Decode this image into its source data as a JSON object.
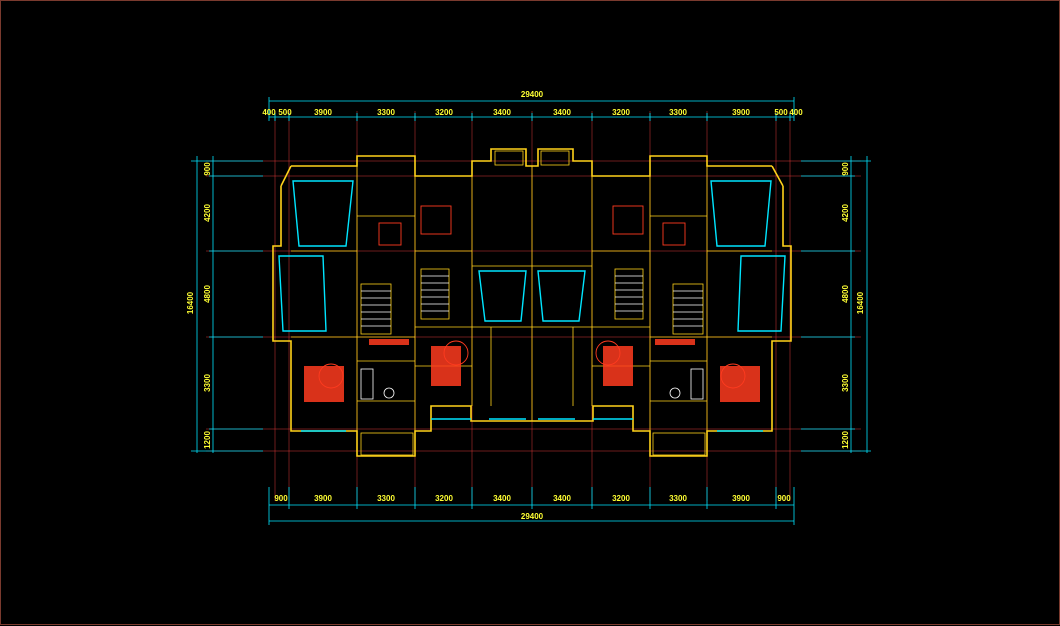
{
  "drawing": {
    "top_total": "29400",
    "bottom_total": "29400",
    "top_dims": [
      "400",
      "500",
      "3900",
      "3300",
      "3200",
      "3400",
      "3400",
      "3200",
      "3300",
      "3900",
      "500",
      "400"
    ],
    "bottom_dims": [
      "900",
      "3900",
      "3300",
      "3200",
      "3400",
      "3400",
      "3200",
      "3300",
      "3900",
      "900"
    ],
    "left_total": "16400",
    "right_total": "16400",
    "left_dims": [
      "900",
      "4200",
      "4800",
      "3300",
      "1200"
    ],
    "right_dims": [
      "900",
      "4200",
      "4800",
      "3300",
      "1200"
    ]
  },
  "colors": {
    "background": "#000000",
    "dimension_text": "#ffff33",
    "dimension_line": "#00e5ff",
    "walls": "#ffd21a",
    "furniture": "#ff3b1f",
    "axis_grid": "#ff4040"
  }
}
